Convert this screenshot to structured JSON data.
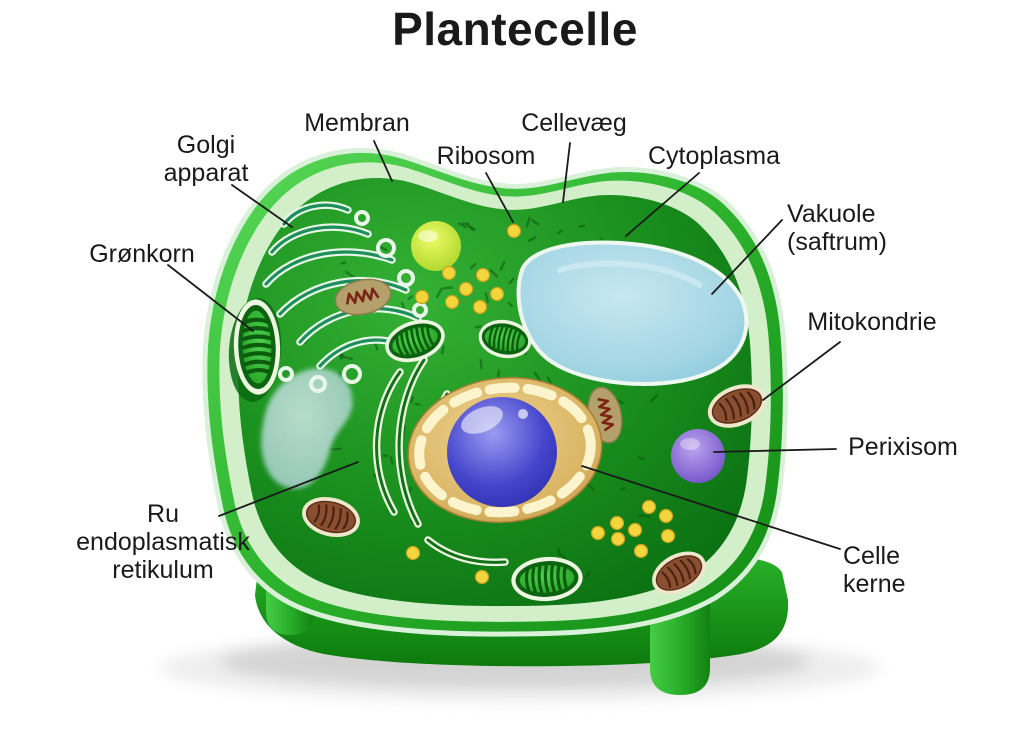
{
  "title": "Plantecelle",
  "diagram": {
    "labels": {
      "golgi": {
        "line1": "Golgi",
        "line2": "apparat"
      },
      "membran": "Membran",
      "ribosom": "Ribosom",
      "cellevaeg": "Cellevæg",
      "cytoplasma": "Cytoplasma",
      "vakuole": {
        "line1": "Vakuole",
        "line2": "(saftrum)"
      },
      "groenkorn": "Grønkorn",
      "mitokondrie": "Mitokondrie",
      "perixisom": "Perixisom",
      "cellekerne": {
        "line1": "Celle",
        "line2": "kerne"
      },
      "ru_er": {
        "line1": "Ru",
        "line2": "endoplasmatisk",
        "line3": "retikulum"
      }
    },
    "colors": {
      "cell_wall": "#2eb82e",
      "membrane": "#d2efca",
      "cytoplasm": "#15831a",
      "vacuole": "#9fd4e4",
      "nucleus_body": "#d9b96a",
      "nucleolus": "#3a3ac0",
      "chloroplast": "#2fb42f",
      "mitochondrion_brown": "#8a4e30",
      "mitochondrion_tan": "#b3a06b",
      "ribosome_dot": "#f4d53e",
      "peroxisome": "#7a58d0",
      "label_text": "#1a1a1a"
    }
  }
}
